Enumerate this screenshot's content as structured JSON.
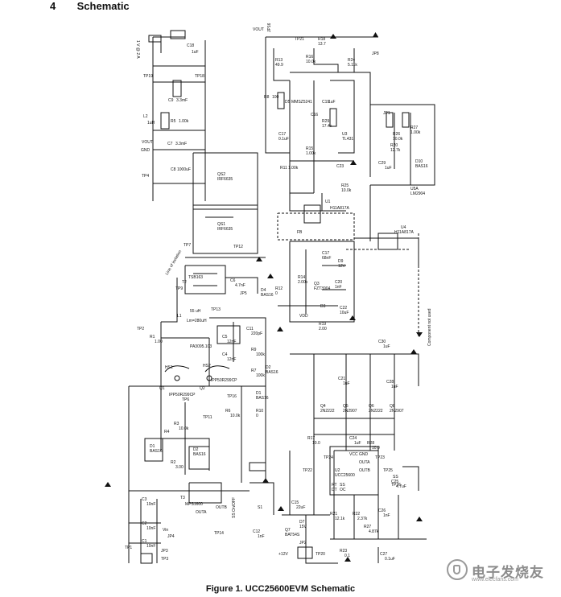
{
  "header": {
    "section_number": "4",
    "section_title": "Schematic"
  },
  "caption": "Figure 1. UCC25600EVM Schematic",
  "watermark": {
    "text": "电子发烧友",
    "url": "www.elecfans.com"
  },
  "colors": {
    "line": "#111111",
    "background": "#ffffff",
    "watermark": "#8c8c8c"
  },
  "labels": {
    "vout": "VOUT",
    "vout2": "VOUT",
    "gnd_out": "GND",
    "current_rating": "1 V @ 2 A",
    "jp16": "JP16",
    "tp21": "TP21",
    "r18": "R18",
    "r18v": "13.7",
    "r13": "R13",
    "r13v": "49.9",
    "r16": "R16",
    "r16v": "10.0k",
    "r24": "R24",
    "r24v": "5.11k",
    "jp8": "JP8",
    "tp19": "TP19",
    "tp18": "TP18",
    "c18": "C18",
    "c18v": "1uF",
    "c9": "C9",
    "c9v": "3.3mF",
    "l2": "L2",
    "l2v": "1uH",
    "r5": "R5",
    "r5v": "1.00k",
    "c7": "C7",
    "c7v": "3.3mF",
    "c8": "C8",
    "c8v": "1000uF",
    "tp4": "TP4",
    "r8": "R8",
    "r8v": "100",
    "d5": "D5",
    "d5v": "MMSZ5241",
    "c19": "C19",
    "c19v": "1uF",
    "c16": "C16",
    "r29": "R29",
    "r29v": "17.4k",
    "c17": "C17",
    "c17v": "0.1uF",
    "u3": "U3",
    "u3v": "TL431",
    "r15": "R15",
    "r15v": "1.00k",
    "r11": "R11",
    "r11v": "1.00k",
    "c23": "C23",
    "r25": "R25",
    "r25v": "10.0k",
    "u1": "U1",
    "u1v": "H11A817A",
    "u4": "U4",
    "u4v": "H11A817A",
    "jp1": "JP1",
    "r26": "R26",
    "r26v": "10.0k",
    "r27": "R27",
    "r27v": "1.00k",
    "r20": "R20",
    "r20v": "12.7k",
    "c29": "C29",
    "c29v": "1uF",
    "d10": "D10",
    "d10v": "BAS16",
    "u5a": "U5A",
    "u5av": "LM2904",
    "q52": "QS2",
    "q52v": "IRF6635",
    "q51": "QS1",
    "q51v": "IRF6635",
    "fb": "FB",
    "tp7": "TP7",
    "tp12": "TP12",
    "c17b": "C17",
    "c17bv": "68nF",
    "d9": "D9",
    "d9v": "12V",
    "r14": "R14",
    "r14v": "2.00k",
    "q3": "Q3",
    "q3v": "FZT3904",
    "c20": "C20",
    "c20v": "1nF",
    "d3": "D3",
    "c22": "C22",
    "c22v": "10uF",
    "r19": "R19",
    "r19v": "2.00",
    "vdd": "VDD",
    "line_of_isolation": "Line of isolation",
    "t2": "T2",
    "t2v": "TSB163",
    "c6": "C6",
    "c6v": "4.7nF",
    "d4": "D4",
    "d4v": "BAS16",
    "r12": "R12",
    "r12v": "0",
    "jp5": "JP5",
    "tp9": "TP9",
    "l1": "L1",
    "l1v": "PA3095.103",
    "l1v2": "55 uH",
    "lm": "Lm=280uH",
    "tp13": "TP13",
    "tp2": "TP2",
    "r1": "R1",
    "r1v": "1.00",
    "c5": "C5",
    "c5v": "12nF",
    "c4": "C4",
    "c4v": "12nF",
    "c11": "C11",
    "c11v": "220pF",
    "r9": "R9",
    "r9v": "100k",
    "r7": "R7",
    "r7v": "100k",
    "d2": "D2",
    "d2v": "BAS16",
    "d1": "D1",
    "d1v": "BAS16",
    "r10": "R10",
    "r10v": "0",
    "component_not_used": "Component not used",
    "hs1": "HS1",
    "hs2": "HS2",
    "q1": "Q1",
    "q1v": "IPP50R299CP",
    "q2": "Q2",
    "q2v": "IPP50R299CP",
    "tp6": "TP6",
    "tp16": "TP16",
    "tp11": "TP11",
    "r6": "R6",
    "r6v": "10.0k",
    "r4": "R4",
    "r3": "R3",
    "r3v": "10.0k",
    "r2": "R2",
    "r2v": "3.00",
    "d1b": "D1",
    "d1bv": "BAS16",
    "d2b": "D2",
    "d2bv": "BAS16",
    "c3": "C3",
    "c3v": "10nF",
    "t3": "T3",
    "t3v": "MPS1600",
    "outa": "OUTA",
    "outb": "OUTB",
    "c2": "C2",
    "c2v": "10nF",
    "c1": "C1",
    "c1v": "10nF",
    "tp1": "TP1",
    "tp14": "TP14",
    "jp3": "JP3",
    "jp4": "JP4",
    "vin": "Vin",
    "tp3": "TP3",
    "ss_onoff": "SS On/OFF",
    "s1": "S1",
    "c12": "C12",
    "c12v": "1nF",
    "c15": "C15",
    "c15v": "22uF",
    "q7": "Q7",
    "q7v": "BAT54S",
    "d7": "D7",
    "d7v": "15V",
    "tp20": "TP20",
    "tp22": "TP22",
    "tp24": "TP24",
    "tp25": "TP25",
    "tp23": "TP23",
    "tp26": "TP26",
    "jp2": "JP2",
    "vin12": "+12V",
    "r23": "R23",
    "r23v": "0.1",
    "c27": "C27",
    "c27v": "0.1uF",
    "r21": "R21",
    "r21v": "12.1k",
    "r22": "R22",
    "r22v": "2.37k",
    "r17": "R17",
    "r17v": "10.0",
    "r28": "R28",
    "r28v": "10.0",
    "q4": "Q4",
    "q4v": "2N2222",
    "q5": "Q5",
    "q5v": "2N2907",
    "q6": "Q6",
    "q6v": "2N2222",
    "q8": "Q8",
    "q8v": "2N2907",
    "c21": "C21",
    "c21v": "1uF",
    "c28": "C28",
    "c28v": "1uF",
    "c30": "C30",
    "c30v": "1uF",
    "c25": "C25",
    "c25v": "4.7uF",
    "c24": "C24",
    "c24v": "1uF",
    "c26": "C26",
    "c26v": "1nF",
    "u2": "U2",
    "u2v": "UCC25600",
    "pin_rt": "RT",
    "pin_dt": "DT",
    "pin_ss": "SS",
    "pin_ocp": "OC",
    "pin_vcc": "VCC",
    "pin_gnd": "GND",
    "pin_outa": "OUTA",
    "pin_outb": "OUTB",
    "r27b": "R27",
    "r27bv": "4.87k",
    "ss_label": "SS"
  }
}
